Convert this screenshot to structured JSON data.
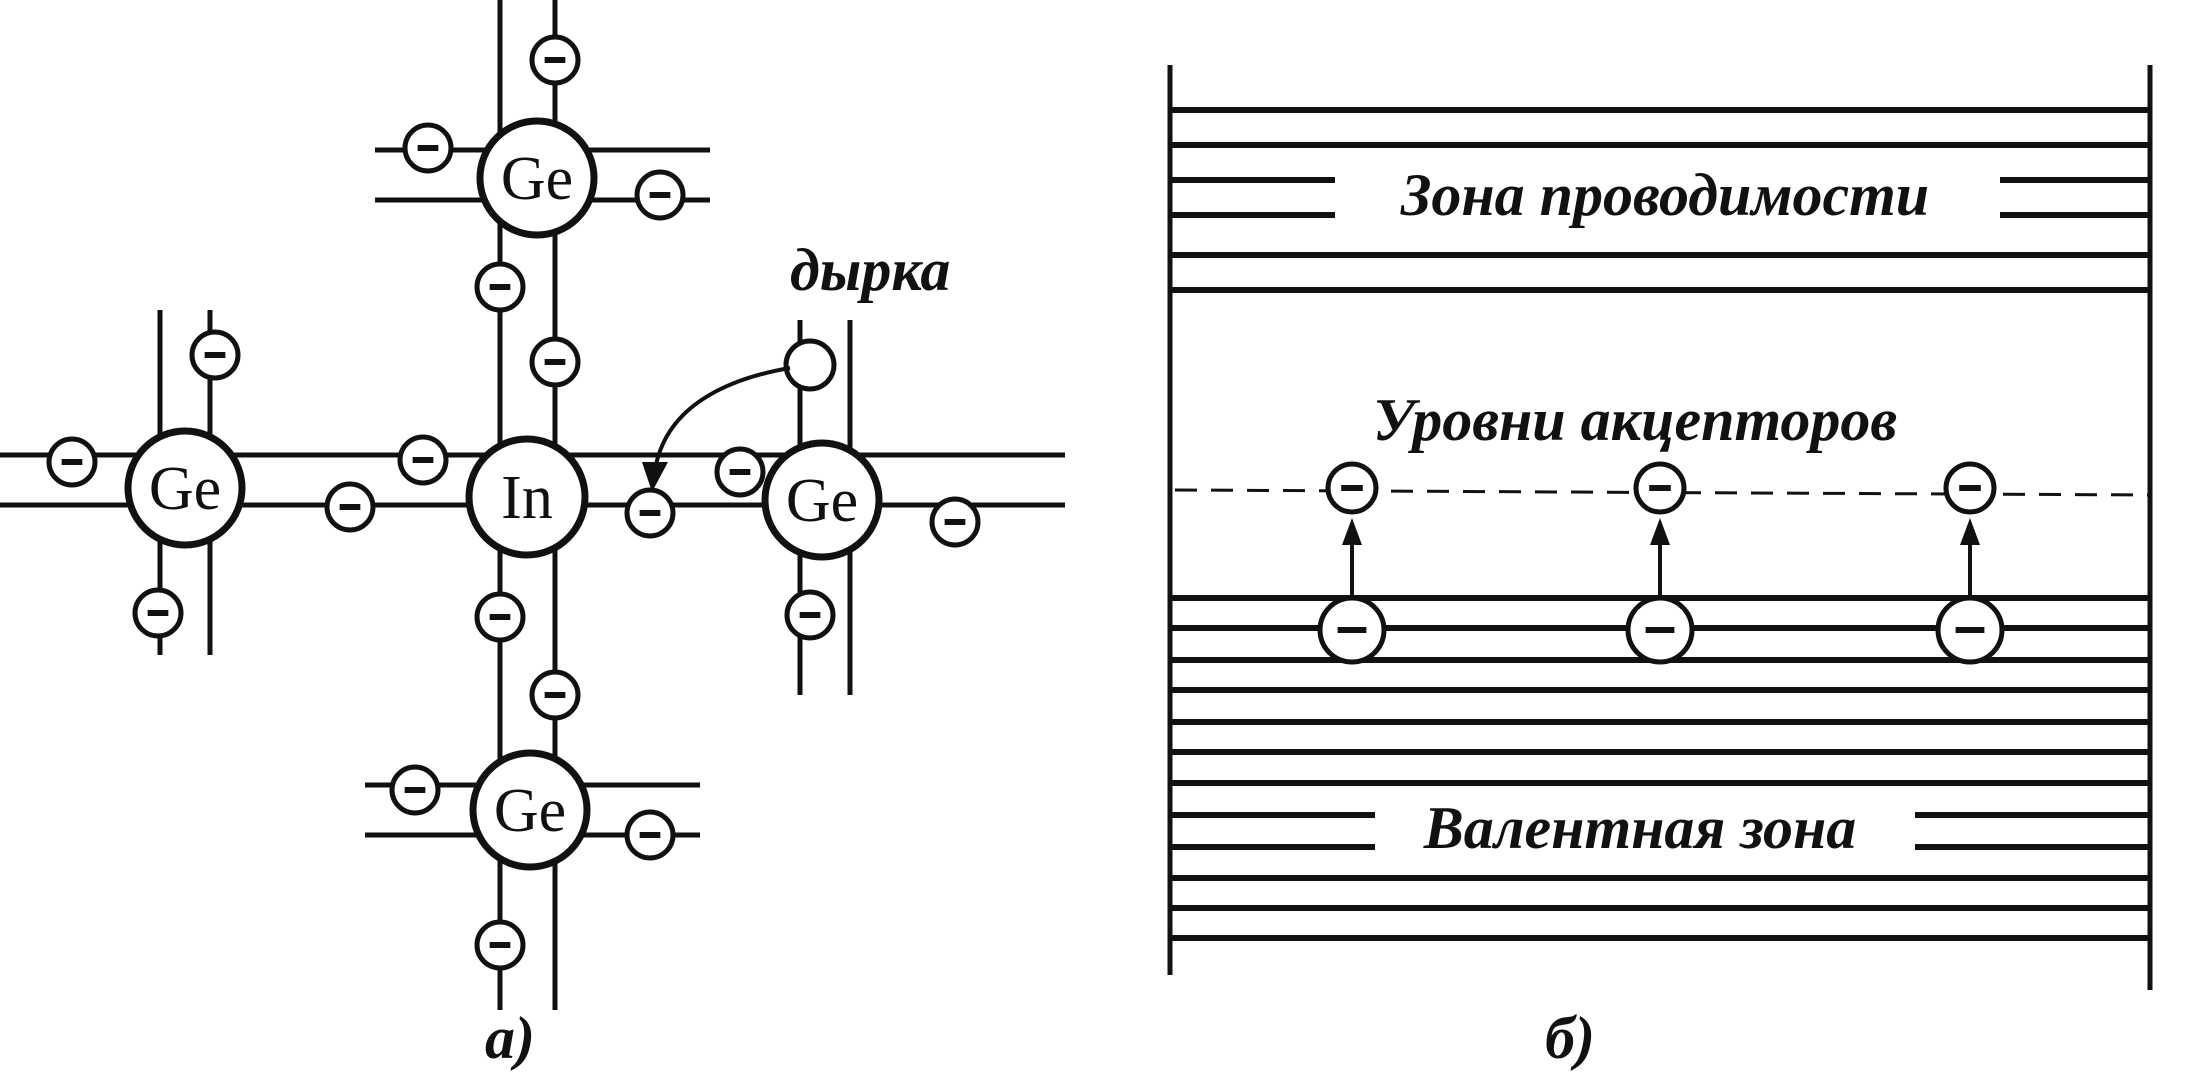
{
  "panel_a": {
    "center_atom": "In",
    "neighbor_atoms": [
      "Ge",
      "Ge",
      "Ge",
      "Ge"
    ],
    "hole_label": "дырка",
    "electron_symbol": "−",
    "caption": "а)"
  },
  "panel_b": {
    "conduction_band_label": "Зона проводимости",
    "acceptor_levels_label": "Уровни акцепторов",
    "valence_band_label": "Валентная зона",
    "electron_symbol": "−",
    "caption": "б)"
  }
}
